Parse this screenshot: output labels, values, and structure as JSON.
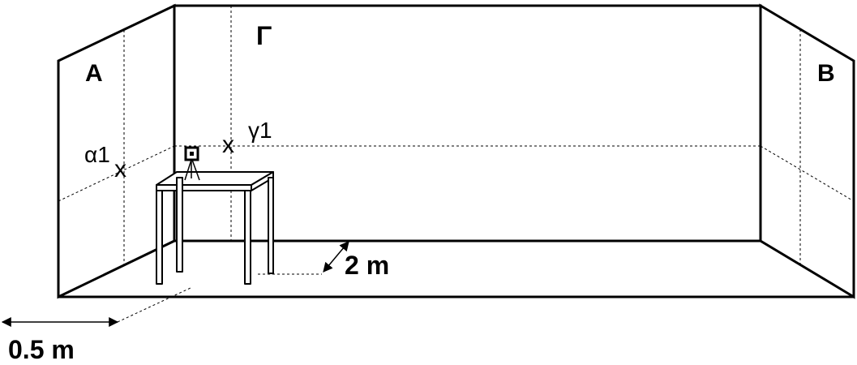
{
  "labels": {
    "wall_left": "A",
    "wall_back": "Γ",
    "wall_right": "B",
    "point_alpha": "α1",
    "point_gamma": "γ1",
    "mark_alpha": "x",
    "mark_gamma": "x",
    "dim_depth": "2 m",
    "dim_offset": "0.5 m"
  },
  "colors": {
    "line": "#000000",
    "background": "#ffffff"
  }
}
